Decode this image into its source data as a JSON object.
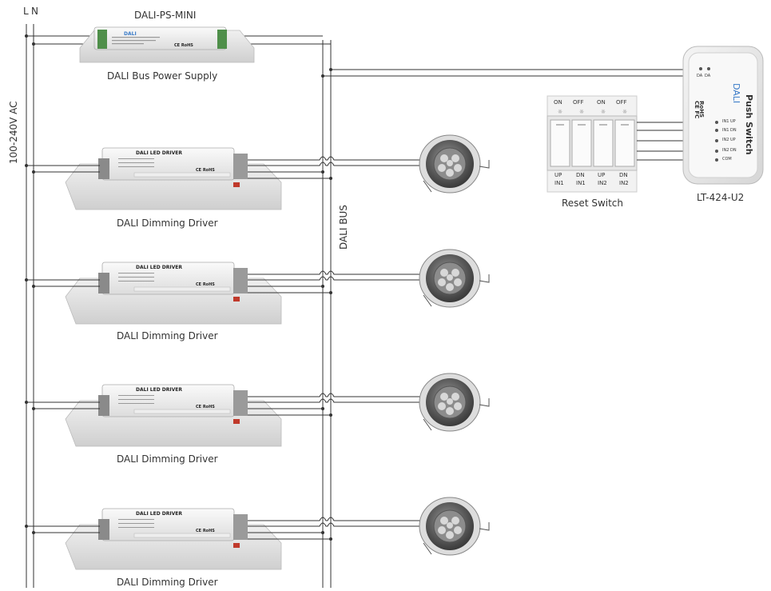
{
  "mains": {
    "L": "L",
    "N": "N",
    "voltage": "100-240V AC"
  },
  "bus_label": "DALI BUS",
  "power_supply": {
    "title": "DALI-PS-MINI",
    "caption": "DALI Bus Power Supply",
    "brand": "DALI",
    "marks": "CE RoHS"
  },
  "drivers": [
    {
      "caption": "DALI Dimming Driver",
      "header": "DALI LED DRIVER",
      "marks": "CE RoHS"
    },
    {
      "caption": "DALI Dimming Driver",
      "header": "DALI LED DRIVER",
      "marks": "CE RoHS"
    },
    {
      "caption": "DALI Dimming Driver",
      "header": "DALI LED DRIVER",
      "marks": "CE RoHS"
    },
    {
      "caption": "DALI Dimming Driver",
      "header": "DALI LED DRIVER",
      "marks": "CE RoHS"
    }
  ],
  "reset_switch": {
    "caption": "Reset Switch",
    "top_labels": [
      "ON",
      "OFF",
      "ON",
      "OFF"
    ],
    "bottom_labels": [
      {
        "l1": "UP",
        "l2": "IN1"
      },
      {
        "l1": "DN",
        "l2": "IN1"
      },
      {
        "l1": "UP",
        "l2": "IN2"
      },
      {
        "l1": "DN",
        "l2": "IN2"
      }
    ]
  },
  "push_switch": {
    "caption": "LT-424-U2",
    "brand": "DALI",
    "title": "Push Switch",
    "marks": "CE FC",
    "rohs": "RoHS",
    "da1": "DA",
    "da2": "DA",
    "terminals": [
      "IN1 UP",
      "IN1 DN",
      "IN2 UP",
      "IN2 DN",
      "COM"
    ]
  }
}
